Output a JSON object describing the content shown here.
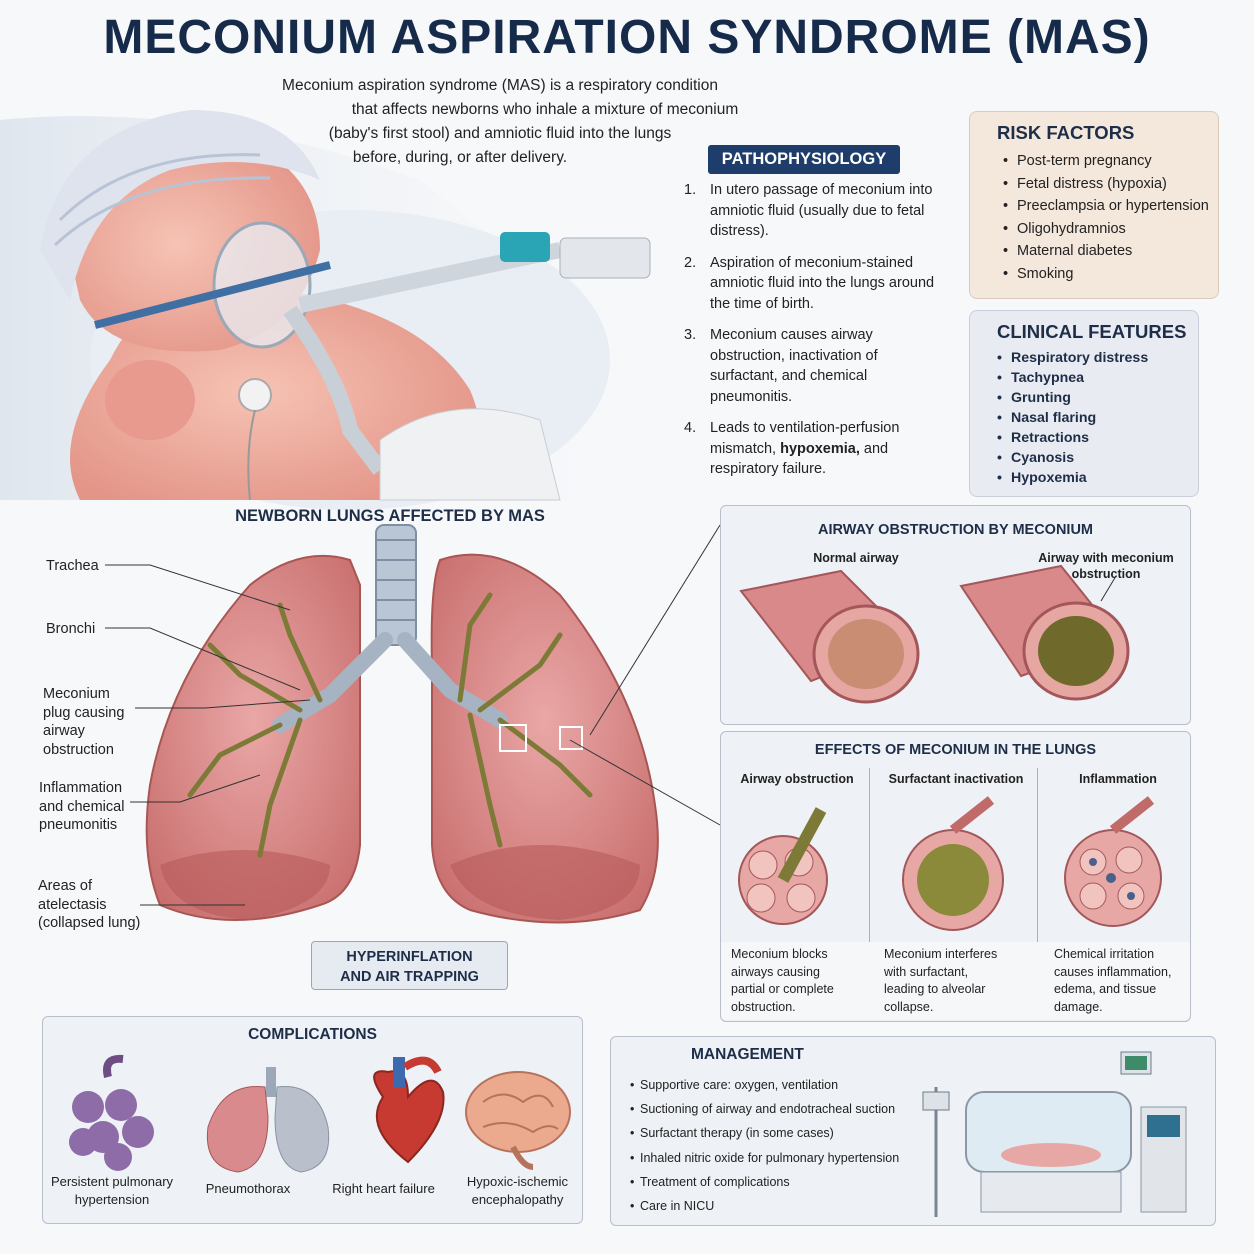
{
  "title": "MECONIUM ASPIRATION SYNDROME (MAS)",
  "intro": [
    "Meconium aspiration syndrome (MAS) is a respiratory condition",
    "that affects newborns who inhale a mixture of meconium",
    "(baby's first stool) and amniotic fluid into the lungs",
    "before, during, or after delivery."
  ],
  "pathophysiology": {
    "heading": "PATHOPHYSIOLOGY",
    "items": [
      {
        "num": "1.",
        "text": "In utero passage of meconium into amniotic fluid (usually due to fetal distress)."
      },
      {
        "num": "2.",
        "text": "Aspiration of meconium-stained amniotic fluid into the lungs around the time of birth."
      },
      {
        "num": "3.",
        "text": "Meconium causes airway obstruction, inactivation of surfactant, and chemical pneumonitis."
      },
      {
        "num": "4.",
        "text_before": "Leads to ventilation-perfusion mismatch, ",
        "text_bold": "hypoxemia,",
        "text_after": " and respiratory failure."
      }
    ]
  },
  "risk_factors": {
    "heading": "RISK FACTORS",
    "items": [
      "Post-term pregnancy",
      "Fetal distress (hypoxia)",
      "Preeclampsia or hypertension",
      "Oligohydramnios",
      "Maternal diabetes",
      "Smoking"
    ]
  },
  "clinical_features": {
    "heading": "CLINICAL FEATURES",
    "items": [
      "Respiratory distress",
      "Tachypnea",
      "Grunting",
      "Nasal flaring",
      "Retractions",
      "Cyanosis",
      "Hypoxemia"
    ]
  },
  "lungs": {
    "heading": "NEWBORN LUNGS AFFECTED BY MAS",
    "labels": {
      "trachea": "Trachea",
      "bronchi": "Bronchi",
      "plug": [
        "Meconium",
        "plug causing",
        "airway",
        "obstruction"
      ],
      "inflammation": [
        "Inflammation",
        "and chemical",
        "pneumonitis"
      ],
      "atelectasis": [
        "Areas of",
        "atelectasis",
        "(collapsed lung)"
      ]
    },
    "hyper": [
      "HYPERINFLATION",
      "AND AIR TRAPPING"
    ]
  },
  "airway_obstruction": {
    "heading": "AIRWAY OBSTRUCTION BY MECONIUM",
    "normal": "Normal airway",
    "obstructed": [
      "Airway with meconium",
      "obstruction"
    ]
  },
  "effects": {
    "heading": "EFFECTS OF MECONIUM IN THE LUNGS",
    "columns": [
      {
        "title": "Airway obstruction",
        "text": [
          "Meconium blocks",
          "airways causing",
          "partial or complete",
          "obstruction."
        ]
      },
      {
        "title": "Surfactant inactivation",
        "text": [
          "Meconium interferes",
          "with surfactant,",
          "leading to alveolar",
          "collapse."
        ]
      },
      {
        "title": "Inflammation",
        "text": [
          "Chemical irritation",
          "causes inflammation,",
          "edema, and tissue",
          "damage."
        ]
      }
    ]
  },
  "complications": {
    "heading": "COMPLICATIONS",
    "items": [
      {
        "icon": "alveoli-icon",
        "label": [
          "Persistent pulmonary",
          "hypertension"
        ]
      },
      {
        "icon": "lung-icon",
        "label": [
          "Pneumothorax"
        ]
      },
      {
        "icon": "heart-icon",
        "label": [
          "Right heart failure"
        ]
      },
      {
        "icon": "brain-icon",
        "label": [
          "Hypoxic-ischemic",
          "encephalopathy"
        ]
      }
    ]
  },
  "management": {
    "heading": "MANAGEMENT",
    "items": [
      "Supportive care: oxygen, ventilation",
      "Suctioning of airway and endotracheal suction",
      "Surfactant therapy (in some cases)",
      "Inhaled nitric oxide for pulmonary hypertension",
      "Treatment of complications",
      "Care in NICU"
    ]
  },
  "colors": {
    "navy": "#1f3d6b",
    "lung_pink": "#d98a8c",
    "meconium": "#7a7a2a",
    "risk_bg": "#f4e7dc",
    "clinical_bg": "#e8ebf1"
  }
}
